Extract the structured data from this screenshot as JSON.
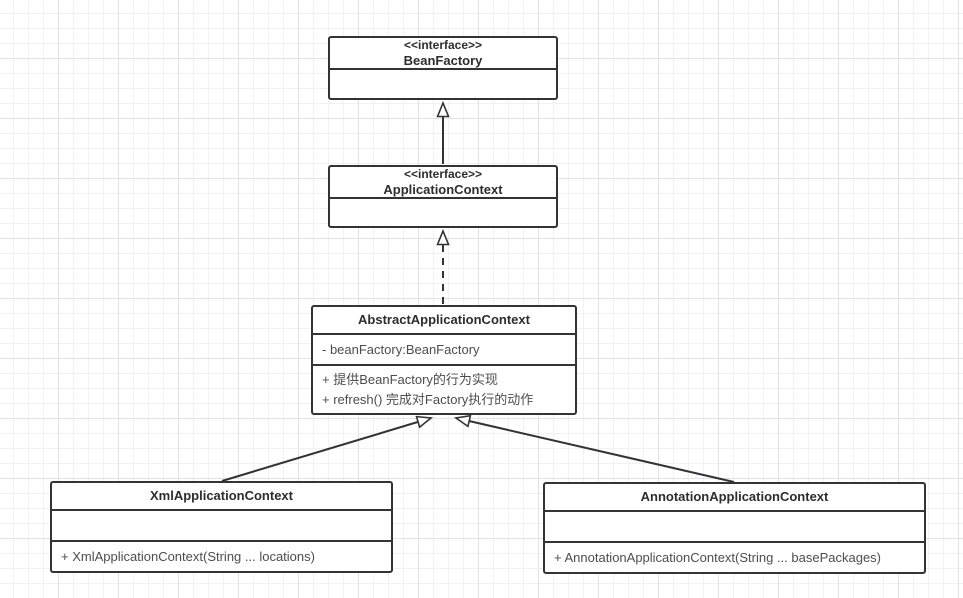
{
  "diagram": {
    "type": "uml-class-diagram",
    "colors": {
      "canvas_background": "#ffffff",
      "grid_minor": "#f1f1f4",
      "grid_major": "#e2e2e6",
      "shape_border": "#333333",
      "shape_fill": "#ffffff",
      "title_text": "#2d2d2d",
      "member_text": "#4d4d4d"
    },
    "classes": {
      "bean_factory": {
        "stereotype": "<<interface>>",
        "name": "BeanFactory"
      },
      "application_context": {
        "stereotype": "<<interface>>",
        "name": "ApplicationContext"
      },
      "abstract_application_context": {
        "name": "AbstractApplicationContext",
        "fields": [
          "- beanFactory:BeanFactory"
        ],
        "methods": [
          "+ 提供BeanFactory的行为实现",
          "+ refresh() 完成对Factory执行的动作"
        ]
      },
      "xml_application_context": {
        "name": "XmlApplicationContext",
        "methods": [
          "+ XmlApplicationContext(String ... locations)"
        ]
      },
      "annotation_application_context": {
        "name": "AnnotationApplicationContext",
        "methods": [
          "+ AnnotationApplicationContext(String ... basePackages)"
        ]
      }
    },
    "relations": [
      {
        "type": "generalization",
        "from": "ApplicationContext",
        "to": "BeanFactory",
        "line": "solid",
        "arrowhead": "hollow-triangle"
      },
      {
        "type": "realization",
        "from": "AbstractApplicationContext",
        "to": "ApplicationContext",
        "line": "dashed",
        "arrowhead": "hollow-triangle"
      },
      {
        "type": "generalization",
        "from": "XmlApplicationContext",
        "to": "AbstractApplicationContext",
        "line": "solid",
        "arrowhead": "hollow-triangle"
      },
      {
        "type": "generalization",
        "from": "AnnotationApplicationContext",
        "to": "AbstractApplicationContext",
        "line": "solid",
        "arrowhead": "hollow-triangle"
      }
    ]
  }
}
